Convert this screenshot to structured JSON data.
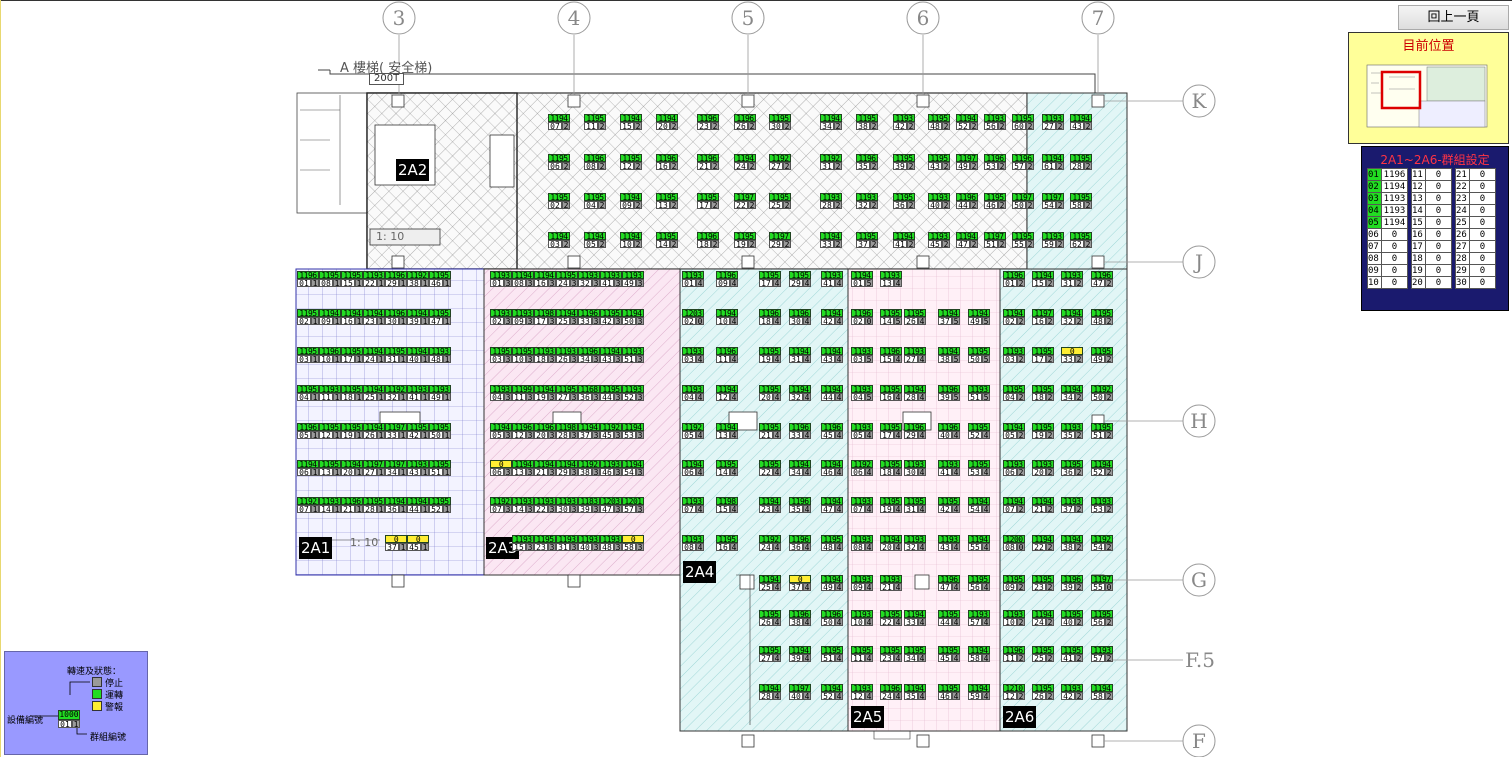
{
  "nav": {
    "back_label": "回上一頁"
  },
  "location": {
    "title": "目前位置"
  },
  "group_settings": {
    "title": "2A1~2A6-群組設定",
    "rows": [
      [
        [
          "01",
          "1196",
          true
        ],
        [
          "11",
          "0",
          false
        ],
        [
          "21",
          "0",
          false
        ]
      ],
      [
        [
          "02",
          "1194",
          true
        ],
        [
          "12",
          "0",
          false
        ],
        [
          "22",
          "0",
          false
        ]
      ],
      [
        [
          "03",
          "1193",
          true
        ],
        [
          "13",
          "0",
          false
        ],
        [
          "23",
          "0",
          false
        ]
      ],
      [
        [
          "04",
          "1193",
          true
        ],
        [
          "14",
          "0",
          false
        ],
        [
          "24",
          "0",
          false
        ]
      ],
      [
        [
          "05",
          "1194",
          true
        ],
        [
          "15",
          "0",
          false
        ],
        [
          "25",
          "0",
          false
        ]
      ],
      [
        [
          "06",
          "0",
          false
        ],
        [
          "16",
          "0",
          false
        ],
        [
          "26",
          "0",
          false
        ]
      ],
      [
        [
          "07",
          "0",
          false
        ],
        [
          "17",
          "0",
          false
        ],
        [
          "27",
          "0",
          false
        ]
      ],
      [
        [
          "08",
          "0",
          false
        ],
        [
          "18",
          "0",
          false
        ],
        [
          "28",
          "0",
          false
        ]
      ],
      [
        [
          "09",
          "0",
          false
        ],
        [
          "19",
          "0",
          false
        ],
        [
          "29",
          "0",
          false
        ]
      ],
      [
        [
          "10",
          "0",
          false
        ],
        [
          "20",
          "0",
          false
        ],
        [
          "30",
          "0",
          false
        ]
      ]
    ]
  },
  "legend": {
    "title": "轉速及狀態：",
    "stop": "停止",
    "running": "運轉",
    "alarm": "警報",
    "device_label": "設備編號",
    "group_label": "群組編號",
    "sample_speed": "1000",
    "sample_pos": "01",
    "sample_grp": "1"
  },
  "plan": {
    "stair_label": "A 樓梯( 安全梯)",
    "stair_code": "200T",
    "area_labels": [
      "2A1",
      "2A2",
      "2A3",
      "2A4",
      "2A5",
      "2A6"
    ],
    "axes_top": [
      "3",
      "4",
      "5",
      "6",
      "7"
    ],
    "axes_right": [
      "K",
      "J",
      "H",
      "G",
      "F.5",
      "F"
    ],
    "slope_label": "1: 10",
    "colors": {
      "running": "#22dd22",
      "alarm": "#ffee33",
      "stop": "#9a9a9a"
    }
  },
  "cells": {
    "2A1": {
      "xs": [
        297,
        319,
        341,
        363,
        385,
        407,
        429,
        451
      ],
      "ys": [
        271,
        309,
        347,
        385,
        423,
        460,
        497,
        535
      ],
      "rows": [
        [
          "1196 01 1",
          "1195 08 1",
          "1195 15 1",
          "1193 22 1",
          "1196 29 1",
          "1192 38 1",
          "1195 46 1"
        ],
        [
          "1195 02 1",
          "1194 09 1",
          "1194 16 1",
          "1194 23 1",
          "1196 30 1",
          "1194 39 1",
          "1195 47 1"
        ],
        [
          "1195 03 1",
          "1196 10 1",
          "1195 17 1",
          "1194 24 1",
          "1195 31 1",
          "1194 40 1",
          "1193 48 1"
        ],
        [
          "1195 04 1",
          "1193 11 1",
          "1195 18 1",
          "1194 25 1",
          "1192 32 1",
          "1193 41 1",
          "1193 49 1"
        ],
        [
          "1196 05 1",
          "1195 12 1",
          "1195 19 1",
          "1194 26 1",
          "1197 33 1",
          "1195 42 1",
          "1195 50 1"
        ],
        [
          "1194 06 1",
          "1195 13 1",
          "1194 20 1",
          "1197 27 1",
          "1197 34 1",
          "1193 43 1",
          "1195 51 1"
        ],
        [
          "1192 07 1",
          "1193 14 1",
          "1196 21 1",
          "1195 28 1",
          "1194 36 1",
          "1194 44 1",
          "1195 52 1"
        ],
        [
          "",
          "",
          "",
          "",
          "0 37 1",
          "0 45 1",
          ""
        ]
      ]
    },
    "2A3": {
      "xs": [
        490,
        512,
        534,
        556,
        578,
        600,
        622,
        644,
        666
      ],
      "ys": [
        271,
        309,
        347,
        385,
        423,
        460,
        497,
        535
      ],
      "rows": [
        [
          "1193 01 3",
          "1194 08 3",
          "1194 16 3",
          "1195 24 3",
          "1193 32 3",
          "1193 41 3",
          "1193 49 3",
          ""
        ],
        [
          "1193 02 3",
          "1193 09 3",
          "1198 17 3",
          "1194 25 3",
          "1196 33 3",
          "1195 42 3",
          "1194 50 3",
          ""
        ],
        [
          "1195 03 3",
          "1195 10 3",
          "1193 18 3",
          "1193 26 3",
          "1196 34 3",
          "1194 43 3",
          "1193 51 3",
          ""
        ],
        [
          "1193 04 3",
          "1199 11 3",
          "1194 19 3",
          "1195 27 3",
          "1168 36 3",
          "1195 44 3",
          "1193 52 3",
          ""
        ],
        [
          "1194 05 3",
          "1196 12 3",
          "1196 20 3",
          "1198 28 3",
          "1194 37 3",
          "1192 45 3",
          "1194 53 3",
          ""
        ],
        [
          "0 06 3",
          "1194 13 3",
          "1194 21 3",
          "1194 29 3",
          "1192 38 3",
          "1193 46 3",
          "1194 54 3",
          ""
        ],
        [
          "1192 07 3",
          "1193 14 3",
          "1193 22 3",
          "1193 30 3",
          "1183 39 3",
          "1203 47 3",
          "1201 57 3",
          ""
        ],
        [
          "",
          "1193 15 3",
          "1195 23 3",
          "1193 31 3",
          "1193 40 3",
          "1193 48 3",
          "0 58 3",
          ""
        ]
      ]
    },
    "2A4": {
      "xs": [
        682,
        716,
        759,
        789,
        821
      ],
      "ys": [
        271,
        309,
        347,
        385,
        423,
        460,
        497,
        535,
        575,
        610,
        646,
        684
      ],
      "rows": [
        [
          "1193 01 4",
          "1196 09 4",
          "1195 17 4",
          "1195 29 4",
          "1193 41 4"
        ],
        [
          "1203 02 0",
          "1194 10 4",
          "1196 18 4",
          "1196 30 4",
          "1194 42 4"
        ],
        [
          "1193 03 4",
          "1196 11 4",
          "1195 19 4",
          "1194 31 4",
          "1194 43 4"
        ],
        [
          "1193 04 4",
          "1194 12 4",
          "1195 20 4",
          "1194 32 4",
          "1194 44 4"
        ],
        [
          "1192 05 4",
          "1194 13 4",
          "1195 21 4",
          "1196 33 4",
          "1196 45 4"
        ],
        [
          "1194 06 4",
          "1195 14 4",
          "1195 22 4",
          "1194 34 4",
          "1194 46 4"
        ],
        [
          "1193 07 4",
          "1198 15 4",
          "1194 23 4",
          "1196 35 4",
          "1194 47 4"
        ],
        [
          "1193 08 4",
          "1195 16 4",
          "1192 24 4",
          "1196 36 4",
          "1195 48 4"
        ],
        [
          "",
          "",
          "1194 25 4",
          "0 37 4",
          "1194 49 4"
        ],
        [
          "",
          "",
          "1195 26 4",
          "1196 38 4",
          "1196 50 4"
        ],
        [
          "",
          "",
          "1195 27 4",
          "1194 39 4",
          "1195 51 4"
        ],
        [
          "",
          "",
          "1194 28 4",
          "1197 40 4",
          "1194 52 4"
        ]
      ]
    },
    "2A5": {
      "xs": [
        851,
        880,
        904,
        938,
        968
      ],
      "ys": [
        271,
        309,
        347,
        385,
        423,
        460,
        497,
        535,
        575,
        610,
        646,
        684
      ],
      "rows": [
        [
          "1194 01 5",
          "1193 13 4",
          "",
          "",
          ""
        ],
        [
          "1196 02 0",
          "1195 14 5",
          "1195 26 4",
          "1194 37 5",
          "1194 49 5"
        ],
        [
          "1193 03 5",
          "1196 15 4",
          "1193 27 4",
          "1194 38 5",
          "1195 50 5"
        ],
        [
          "1193 04 5",
          "1195 16 4",
          "1194 28 4",
          "1196 39 5",
          "1193 51 5"
        ],
        [
          "1193 05 4",
          "1195 17 4",
          "1196 29 4",
          "1196 40 4",
          "1195 52 4"
        ],
        [
          "1192 06 4",
          "1195 18 4",
          "1193 30 4",
          "1193 41 4",
          "1195 53 4"
        ],
        [
          "1193 07 4",
          "1195 19 4",
          "1195 31 4",
          "1195 42 4",
          "1194 54 4"
        ],
        [
          "1193 08 4",
          "1194 20 4",
          "1193 32 4",
          "1193 43 4",
          "1194 55 4"
        ],
        [
          "1193 09 4",
          "1193 21 4",
          "",
          "1196 47 4",
          "1195 56 4"
        ],
        [
          "1193 10 4",
          "1195 22 4",
          "1194 33 4",
          "1195 44 4",
          "1193 57 4"
        ],
        [
          "1195 11 4",
          "1195 23 4",
          "1195 34 4",
          "1195 45 4",
          "1194 58 4"
        ],
        [
          "1193 12 4",
          "1196 24 4",
          "1194 35 4",
          "1195 46 4",
          "1194 59 4"
        ]
      ]
    },
    "2A6": {
      "xs": [
        1003,
        1032,
        1061,
        1091
      ],
      "ys": [
        271,
        309,
        347,
        385,
        423,
        460,
        497,
        535,
        575,
        610,
        646,
        684
      ],
      "rows": [
        [
          "1196 01 2",
          "1194 15 2",
          "1193 31 2",
          "1196 47 2"
        ],
        [
          "1194 02 2",
          "1197 16 2",
          "1194 32 2",
          "1195 48 2"
        ],
        [
          "1193 03 2",
          "1195 17 2",
          "0 33 2",
          "1195 49 2"
        ],
        [
          "1195 04 2",
          "1195 18 2",
          "1194 34 2",
          "1192 50 2"
        ],
        [
          "1194 05 2",
          "1195 19 2",
          "1193 35 2",
          "1195 51 2"
        ],
        [
          "1193 06 2",
          "1193 20 2",
          "1195 36 2",
          "1194 52 2"
        ],
        [
          "1194 07 2",
          "1194 21 2",
          "1193 37 2",
          "1193 53 2"
        ],
        [
          "1200 08 0",
          "1194 22 2",
          "1194 38 2",
          "1192 54 2"
        ],
        [
          "1195 09 2",
          "1195 23 2",
          "1196 39 2",
          "1197 55 0"
        ],
        [
          "1193 10 2",
          "1194 24 2",
          "1195 40 2",
          "1195 56 2"
        ],
        [
          "1196 11 2",
          "1195 25 2",
          "1195 41 2",
          "1193 57 2"
        ],
        [
          "1210 12 2",
          "1195 26 2",
          "1193 42 2",
          "1194 58 2"
        ]
      ]
    },
    "2A2": {
      "xs": [
        548,
        584,
        620,
        656,
        697,
        734,
        769,
        820,
        856,
        893,
        928,
        956,
        984,
        1012,
        1042,
        1070
      ],
      "ys": [
        114,
        154,
        193,
        232
      ],
      "rows": [
        [
          "1194 07 2",
          "1195 11 2",
          "1194 15 2",
          "1194 20 2",
          "1196 23 2",
          "1196 26 2",
          "1195 30 2",
          "1194 34 2",
          "1195 38 2",
          "1193 42 2",
          "1195 48 2",
          "1194 52 2",
          "1193 56 2",
          "1195 60 2",
          "1193 27 2",
          "1194 43 2"
        ],
        [
          "1195 06 2",
          "1196 08 2",
          "1195 12 2",
          "1196 16 2",
          "1196 21 2",
          "1194 24 2",
          "1192 27 2",
          "1192 31 2",
          "1196 35 2",
          "1195 39 2",
          "1195 43 2",
          "1197 49 2",
          "1196 53 2",
          "1196 57 2",
          "1194 61 2",
          "1195 28 2"
        ],
        [
          "1195 02 2",
          "1195 04 2",
          "1194 09 2",
          "1195 13 2",
          "1195 17 2",
          "1197 22 2",
          "1195 25 2",
          "1193 28 2",
          "1193 32 2",
          "1195 36 2",
          "1193 40 2",
          "1196 44 2",
          "1195 46 2",
          "1197 50 2",
          "1197 54 2",
          "1195 58 2"
        ],
        [
          "1194 03 2",
          "1194 05 2",
          "1194 10 2",
          "1195 14 2",
          "1196 18 2",
          "1195 19 2",
          "1197 29 2",
          "1194 33 2",
          "1195 37 2",
          "1194 41 2",
          "1193 45 2",
          "1194 47 2",
          "1197 51 2",
          "1195 55 2",
          "1193 59 2",
          "1195 62 2"
        ]
      ]
    }
  }
}
